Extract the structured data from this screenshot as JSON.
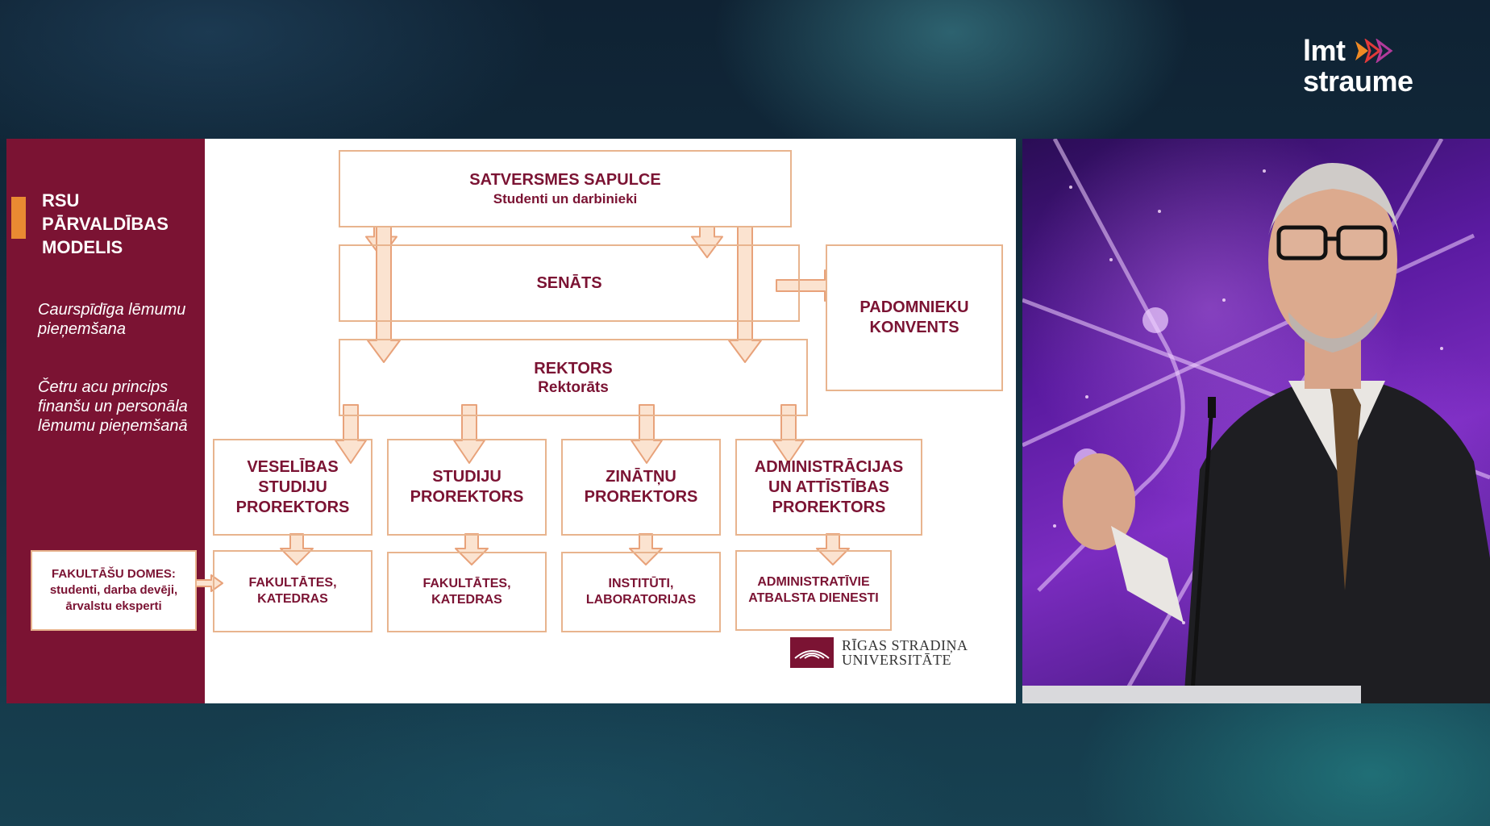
{
  "brand": {
    "line1": "lmt",
    "line2": "straume"
  },
  "sidebar": {
    "title": "RSU PĀRVALDĪBAS MODELIS",
    "note1": "Caurspīdīga lēmumu pieņemšana",
    "note2": "Četru acu princips finanšu un personāla lēmumu pieņemšanā"
  },
  "diagram": {
    "satversme": {
      "title": "SATVERSMES SAPULCE",
      "subtitle": "Studenti un darbinieki"
    },
    "senats": "SENĀTS",
    "padomnieku": "PADOMNIEKU KONVENTS",
    "rektors": {
      "title": "REKTORS",
      "subtitle": "Rektorāts"
    },
    "prorektori": [
      "VESELĪBAS STUDIJU PROREKTORS",
      "STUDIJU PROREKTORS",
      "ZINĀTŅU PROREKTORS",
      "ADMINISTRĀCIJAS UN ATTĪSTĪBAS PROREKTORS"
    ],
    "units": [
      "FAKULTĀTES, KATEDRAS",
      "FAKULTĀTES, KATEDRAS",
      "INSTITŪTI, LABORATORIJAS",
      "ADMINISTRATĪVIE ATBALSTA DIENESTI"
    ],
    "fakultasu_domes": "FAKULTĀŠU DOMES: studenti, darba devēji, ārvalstu eksperti"
  },
  "university_logo": {
    "line1": "RĪGAS STRADIŅA",
    "line2": "UNIVERSITĀTE"
  },
  "colors": {
    "maroon": "#7b1333",
    "orange": "#e98a32",
    "box_border": "#e8b48e",
    "arrow_fill": "#fbe3d0"
  }
}
